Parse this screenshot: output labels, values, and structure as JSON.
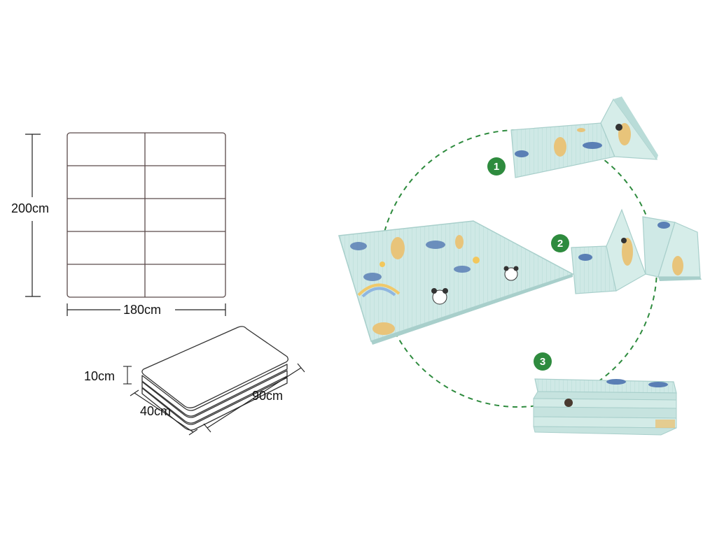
{
  "dimensions": {
    "height": "200cm",
    "width": "180cm",
    "folded_thickness": "10cm",
    "folded_depth": "40cm",
    "folded_length": "90cm"
  },
  "steps": [
    "1",
    "2",
    "3"
  ],
  "colors": {
    "line": "#5a4a4a",
    "badge": "#2e8b3e",
    "dashed_circle": "#2e8b3e",
    "mat_base": "#cfe9e6",
    "mat_shade": "#b9dcd8",
    "mat_edge": "#a8cfcb"
  },
  "icons": [
    "arrow-icon",
    "cloud-pattern",
    "giraffe-pattern",
    "panda-pattern",
    "rainbow-pattern"
  ]
}
